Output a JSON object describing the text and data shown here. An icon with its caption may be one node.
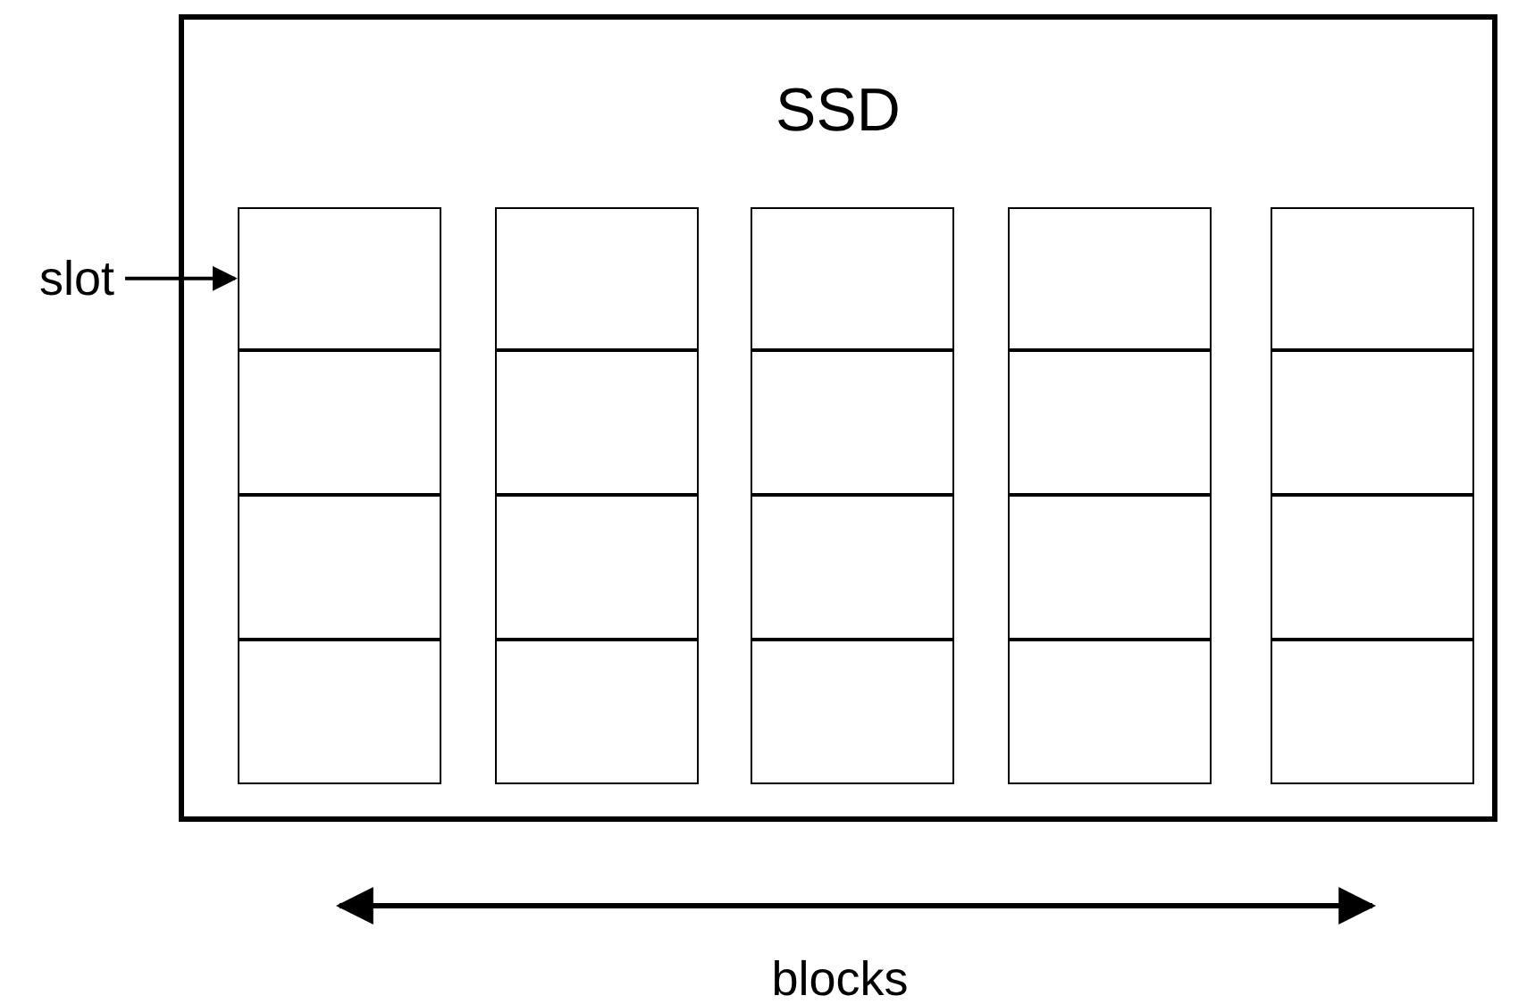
{
  "diagram": {
    "nodes": [
      {
        "text": [
          "SSD"
        ]
      },
      {
        "text": [
          "slot"
        ]
      },
      {
        "text": [],
        "shape": "box",
        "in": 0
      },
      {
        "text": [],
        "shape": "box",
        "in": 2
      },
      {
        "text": [],
        "shape": "box",
        "in": 2
      },
      {
        "text": [],
        "shape": "box",
        "in": 2
      },
      {
        "text": [],
        "shape": "box",
        "in": 2
      },
      {
        "text": [],
        "shape": "box",
        "in": 0
      },
      {
        "text": [],
        "shape": "box",
        "in": 7
      },
      {
        "text": [],
        "shape": "box",
        "in": 7
      },
      {
        "text": [],
        "shape": "box",
        "in": 7
      },
      {
        "text": [],
        "shape": "box",
        "in": 7
      },
      {
        "text": [],
        "shape": "box",
        "in": 0
      },
      {
        "text": [],
        "shape": "box",
        "in": 12
      },
      {
        "text": [],
        "shape": "box",
        "in": 12
      },
      {
        "text": [],
        "shape": "box",
        "in": 12
      },
      {
        "text": [],
        "shape": "box",
        "in": 12
      },
      {
        "text": [],
        "shape": "box",
        "in": 0
      },
      {
        "text": [],
        "shape": "box",
        "in": 17
      },
      {
        "text": [],
        "shape": "box",
        "in": 17
      },
      {
        "text": [],
        "shape": "box",
        "in": 17
      },
      {
        "text": [],
        "shape": "box",
        "in": 17
      },
      {
        "text": [],
        "shape": "box",
        "in": 0
      },
      {
        "text": [],
        "shape": "box",
        "in": 22
      },
      {
        "text": [],
        "shape": "box",
        "in": 22
      },
      {
        "text": [],
        "shape": "box",
        "in": 22
      },
      {
        "text": [],
        "shape": "box",
        "in": 22
      }
    ],
    "edges": [
      {
        "from": 1,
        "to": 3,
        "arrow": "to"
      }
    ],
    "labels": [
      "blocks"
    ]
  }
}
